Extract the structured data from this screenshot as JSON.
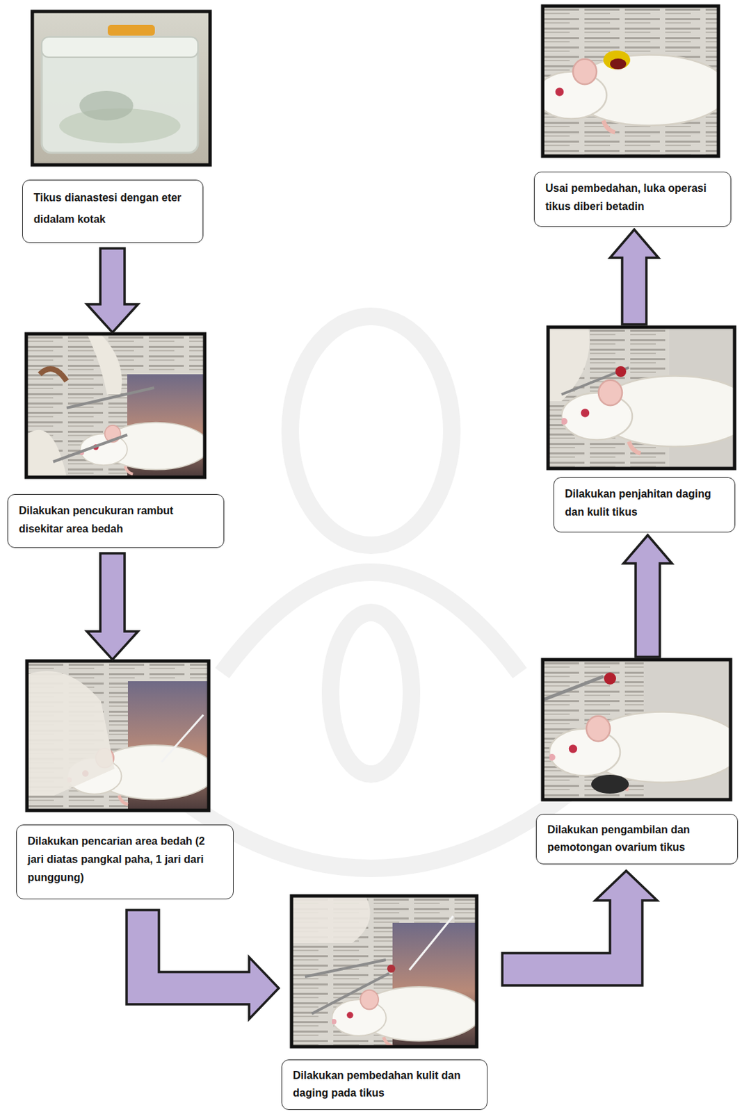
{
  "diagram": {
    "nodes": [
      {
        "text": [
          "Tikus dianastesi dengan eter didalam kotak"
        ]
      },
      {
        "text": [
          "Dilakukan pencukuran rambut disekitar area bedah"
        ]
      },
      {
        "text": [
          "Dilakukan pencarian area bedah (2 jari diatas pangkal paha, 1 jari dari punggung)"
        ]
      },
      {
        "text": [
          "Dilakukan pembedahan kulit dan daging pada tikus"
        ]
      },
      {
        "text": [
          "Dilakukan pengambilan dan pemotongan ovarium tikus"
        ]
      },
      {
        "text": [
          "Dilakukan penjahitan daging dan kulit tikus"
        ]
      },
      {
        "text": [
          "Usai pembedahan, luka operasi tikus diberi betadin"
        ]
      }
    ],
    "edges": [
      {
        "from": 0,
        "to": 1,
        "arrow": "to"
      },
      {
        "from": 1,
        "to": 2,
        "arrow": "to"
      },
      {
        "from": 2,
        "to": 3,
        "arrow": "to"
      },
      {
        "from": 3,
        "to": 4,
        "arrow": "to"
      },
      {
        "from": 4,
        "to": 5,
        "arrow": "to"
      },
      {
        "from": 5,
        "to": 6,
        "arrow": "to"
      }
    ]
  }
}
